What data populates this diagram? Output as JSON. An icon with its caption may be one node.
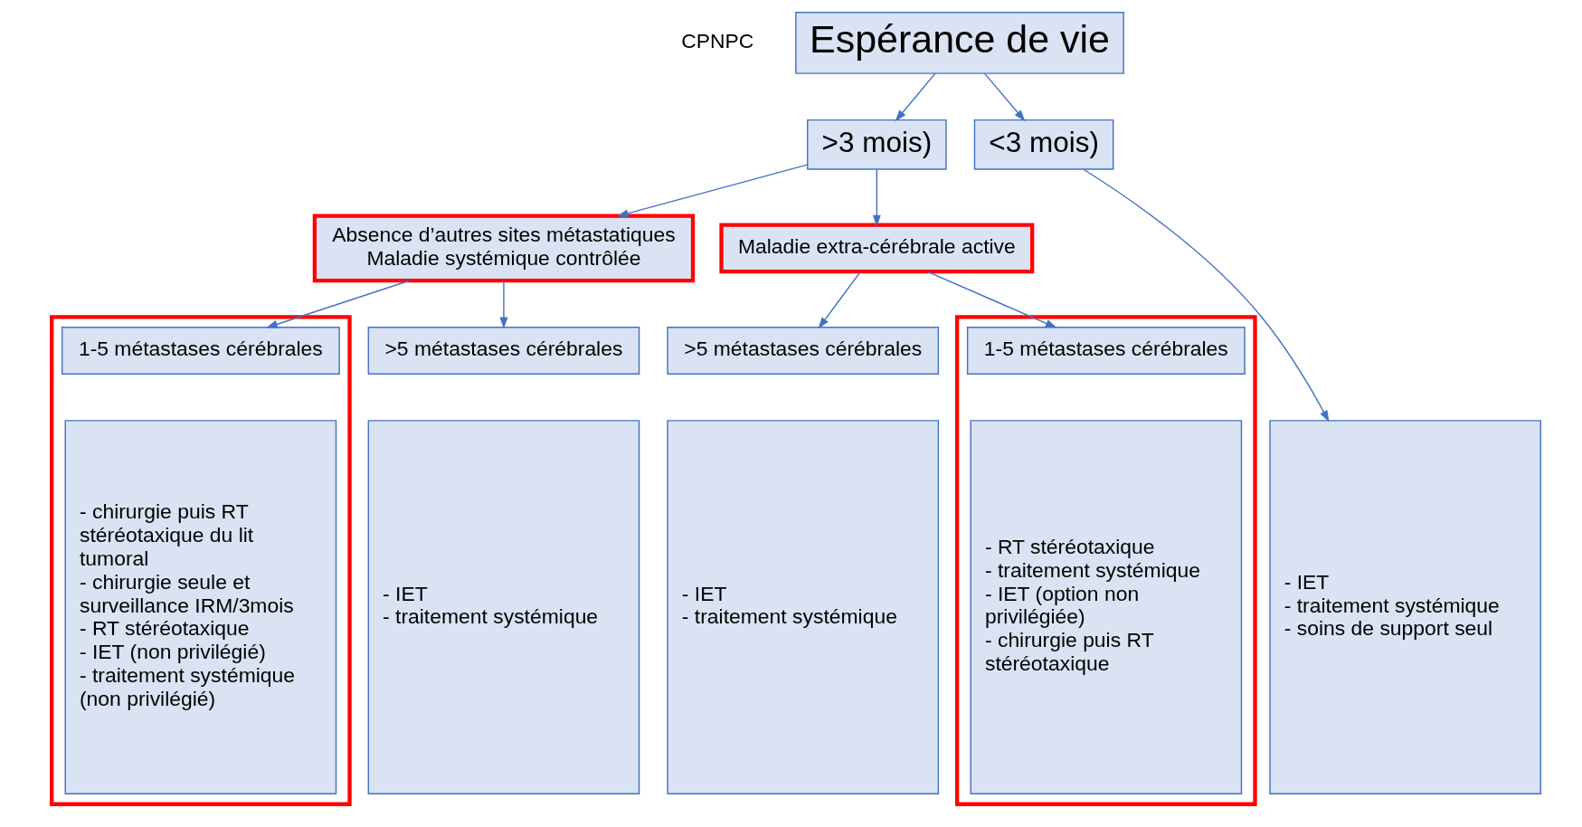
{
  "diagram": {
    "nodes": [
      {
        "text": [
          "Espérance de vie"
        ]
      },
      {
        "text": [
          ">3 mois)"
        ]
      },
      {
        "text": [
          "<3 mois)"
        ]
      },
      {
        "text": [
          "Absence d’autres sites métastatiques",
          "Maladie systémique contrôlée"
        ]
      },
      {
        "text": [
          "Maladie extra-cérébrale active"
        ]
      },
      {
        "text": [],
        "shape": "box"
      },
      {
        "text": [
          "1-5 métastases cérébrales"
        ],
        "in": 5
      },
      {
        "text": [
          ">5 métastases cérébrales"
        ]
      },
      {
        "text": [],
        "shape": "box"
      },
      {
        "text": [
          "1-5 métastases cérébrales"
        ],
        "in": 8
      },
      {
        "text": [
          ">5 métastases cérébrales"
        ]
      },
      {
        "text": [
          "- chirurgie puis RT stéréotaxique du lit tumoral",
          "- chirurgie seule et surveillance IRM/3mois",
          "- RT stéréotaxique",
          "- IET (non privilégié)",
          "- traitement systémique (non privilégié)"
        ],
        "in": 5
      },
      {
        "text": [
          "- IET",
          "- traitement systémique"
        ]
      },
      {
        "text": [
          "- RT stéréotaxique",
          "- traitement systémique",
          "- IET (option non privilégiée)",
          "- chirurgie puis RT stéréotaxique"
        ],
        "in": 8
      },
      {
        "text": [
          "- IET",
          "- traitement systémique"
        ]
      },
      {
        "text": [
          "- IET",
          "- traitement systémique",
          "- soins de support seul"
        ]
      }
    ],
    "edges": [
      {
        "from": 0,
        "to": 1,
        "arrow": "to"
      },
      {
        "from": 0,
        "to": 2,
        "arrow": "to"
      },
      {
        "from": 1,
        "to": 3,
        "arrow": "to"
      },
      {
        "from": 1,
        "to": 4,
        "arrow": "to"
      },
      {
        "from": 3,
        "to": 6,
        "arrow": "to"
      },
      {
        "from": 3,
        "to": 7,
        "arrow": "to"
      },
      {
        "from": 4,
        "to": 9,
        "arrow": "to"
      },
      {
        "from": 4,
        "to": 10,
        "arrow": "to"
      },
      {
        "from": 2,
        "to": 15,
        "arrow": "to"
      }
    ],
    "labels": [
      "CPNPC"
    ]
  }
}
